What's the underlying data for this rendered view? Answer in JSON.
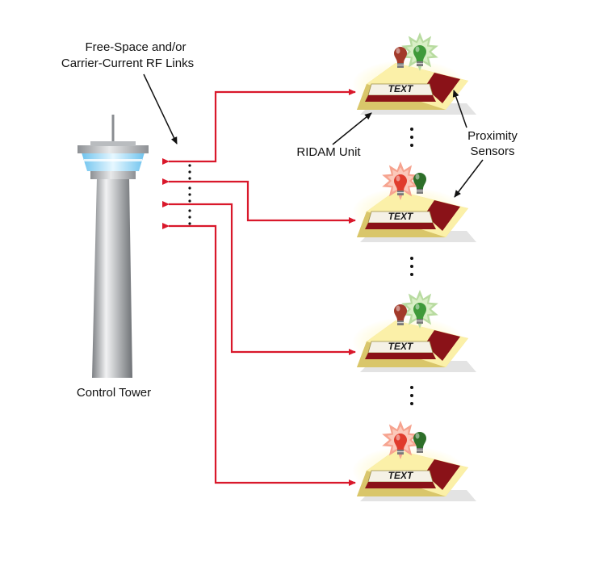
{
  "labels": {
    "links": [
      "Free-Space and/or",
      "Carrier-Current RF Links"
    ],
    "ridam": "RIDAM Unit",
    "proximity": [
      "Proximity",
      "Sensors"
    ],
    "tower": "Control Tower"
  },
  "units": [
    {
      "text": "TEXT",
      "lit": "green"
    },
    {
      "text": "TEXT",
      "lit": "red"
    },
    {
      "text": "TEXT",
      "lit": "green"
    },
    {
      "text": "TEXT",
      "lit": "red"
    }
  ],
  "colors": {
    "link": "#d9182b",
    "unit_top": "#fbf0a8",
    "unit_edge": "#e6d47a",
    "sensor": "#8a1218",
    "tower_body": "#a9acb0",
    "tower_glass": "#8fd3f5"
  }
}
